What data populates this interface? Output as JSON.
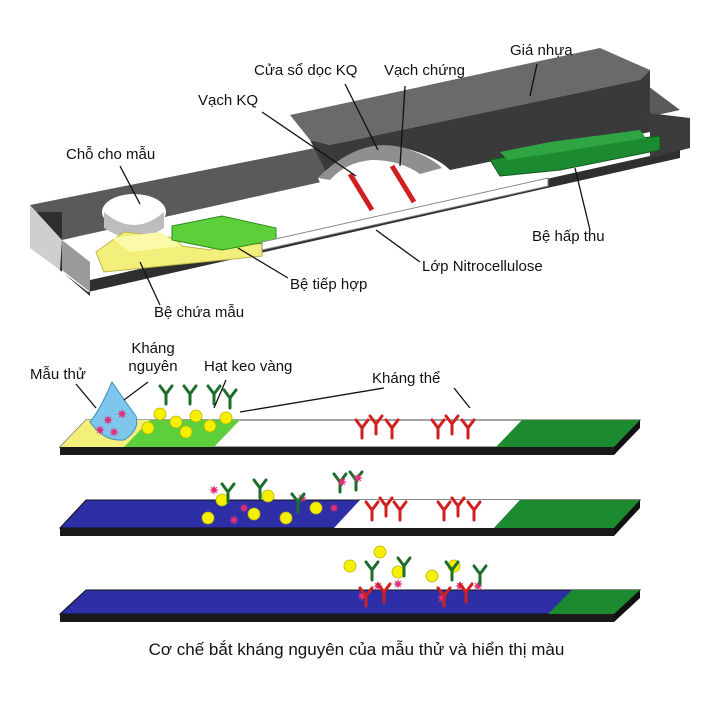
{
  "labels": {
    "gia_nhua": "Giá nhựa",
    "cua_so_doc_kq": "Cửa sổ dọc KQ",
    "vach_chung": "Vạch chứng",
    "vach_kq": "Vạch KQ",
    "cho_cho_mau": "Chỗ cho mẫu",
    "be_hap_thu": "Bệ hấp thu",
    "lop_nitrocellulose": "Lớp Nitrocellulose",
    "be_tiep_hop": "Bệ tiếp hợp",
    "be_chua_mau": "Bệ chứa mẫu",
    "mau_thu": "Mẫu thử",
    "khang_nguyen_line1": "Kháng",
    "khang_nguyen_line2": "nguyên",
    "hat_keo_vang": "Hạt keo vàng",
    "khang_the": "Kháng thể"
  },
  "caption": "Cơ chế bắt kháng nguyên của mẫu thử và hiển thị màu",
  "colors": {
    "housing_top": "#555555",
    "housing_front": "#2f2f2f",
    "sample_pad": "#f2f07a",
    "conjugate_pad": "#5ccf3a",
    "absorbent_pad": "#1c8a2e",
    "membrane": "#ffffff",
    "strip_blue": "#2e2fa6",
    "test_line": "#d01f1f",
    "gold": "#f4f000",
    "antigen": "#e0307a",
    "antibody_green": "#1c6e2a"
  }
}
